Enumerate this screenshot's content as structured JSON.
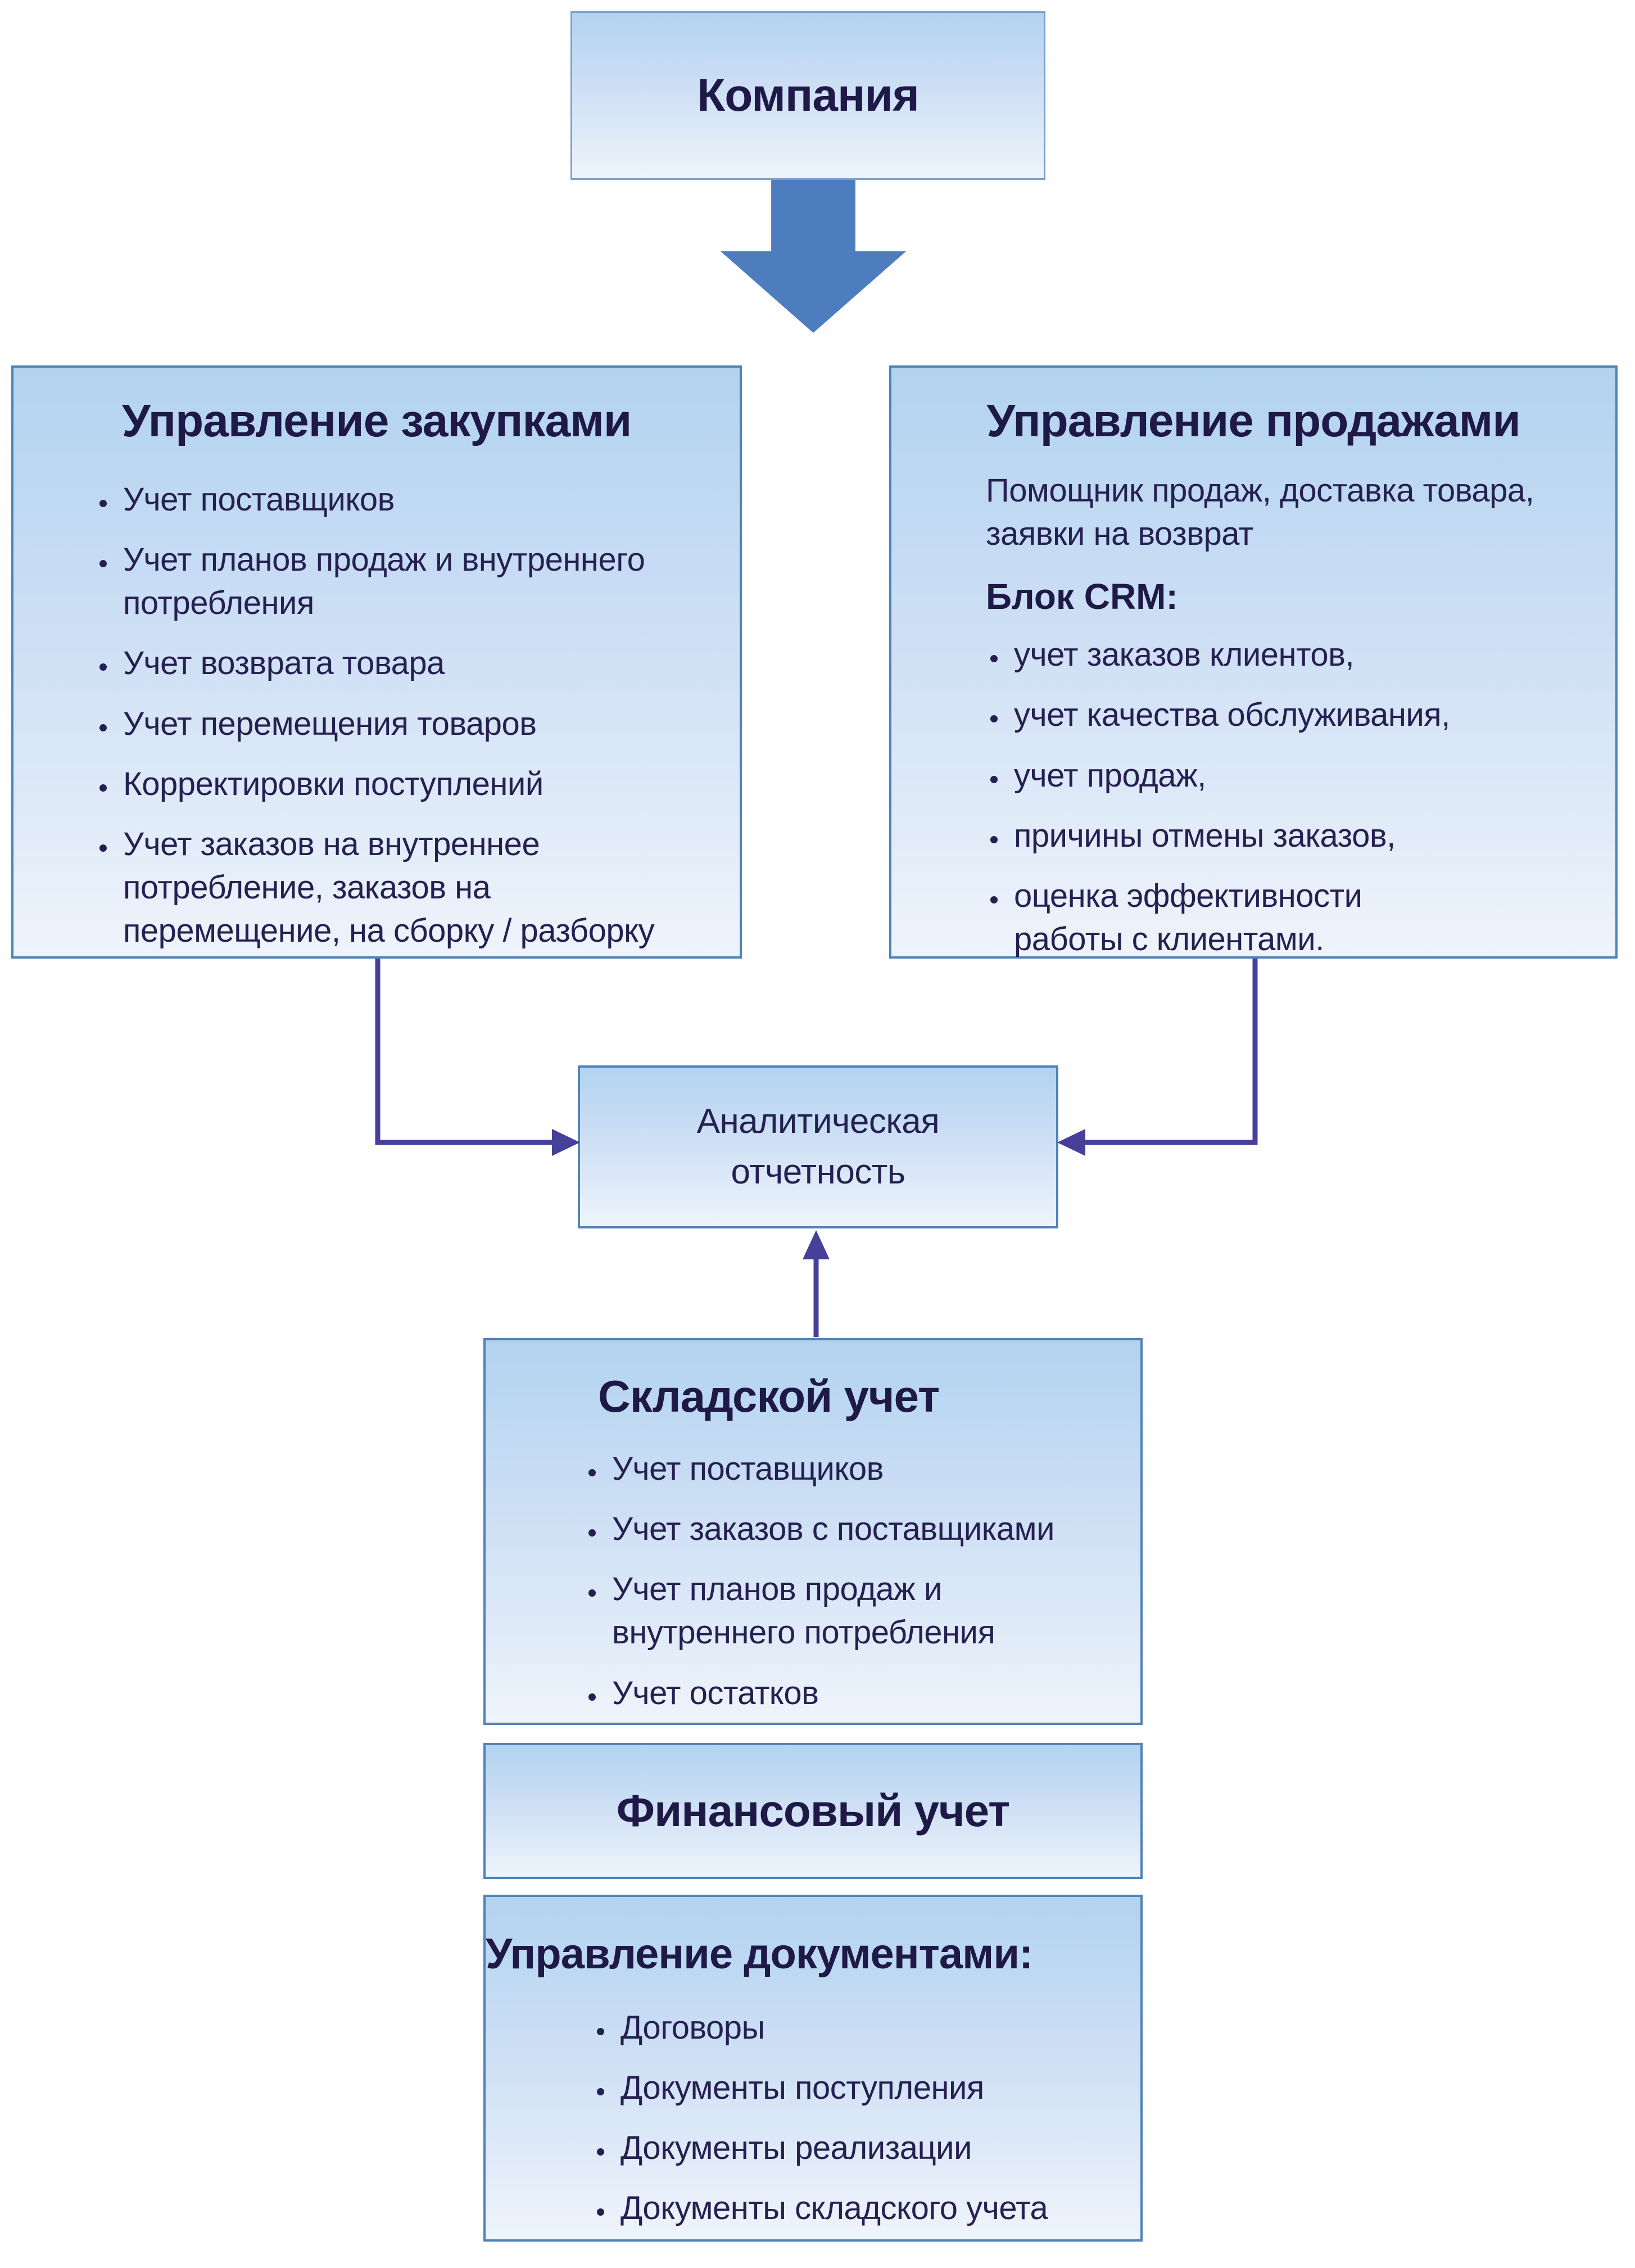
{
  "colors": {
    "box_border": "#5182b9",
    "box_fill_top": "#b2d3f0",
    "box_fill_bottom": "#eef4fb",
    "big_arrow": "#4d7dbf",
    "connector_arrow": "#46409b",
    "title_text": "#1f1947",
    "body_text": "#262051",
    "page_background": "#ffffff"
  },
  "top_box": {
    "title": "Компания"
  },
  "left_box": {
    "title": "Управление закупками",
    "bullets": [
      "Учет поставщиков",
      "Учет планов продаж и внутреннего\nпотребления",
      "Учет возврата товара",
      "Учет перемещения товаров",
      "Корректировки поступлений",
      "Учет заказов на внутреннее\nпотребление, заказов на\nперемещение, на сборку / разборку"
    ]
  },
  "right_box": {
    "title": "Управление продажами",
    "intro": "Помощник продаж, доставка товара,\nзаявки на возврат",
    "crm_heading": "Блок CRM:",
    "bullets": [
      "учет заказов клиентов,",
      "учет качества обслуживания,",
      "учет продаж,",
      "причины отмены заказов,",
      "оценка эффективности\nработы с клиентами."
    ]
  },
  "analytics_box": {
    "title": "Аналитическая\nотчетность"
  },
  "warehouse_box": {
    "title": "Складской учет",
    "bullets": [
      "Учет поставщиков",
      "Учет заказов с поставщиками",
      "Учет планов продаж и\nвнутреннего потребления",
      "Учет остатков"
    ]
  },
  "finance_box": {
    "title": "Финансовый учет"
  },
  "documents_box": {
    "title": "Управление документами:",
    "bullets": [
      "Договоры",
      "Документы поступления",
      "Документы реализации",
      "Документы складского учета"
    ]
  }
}
